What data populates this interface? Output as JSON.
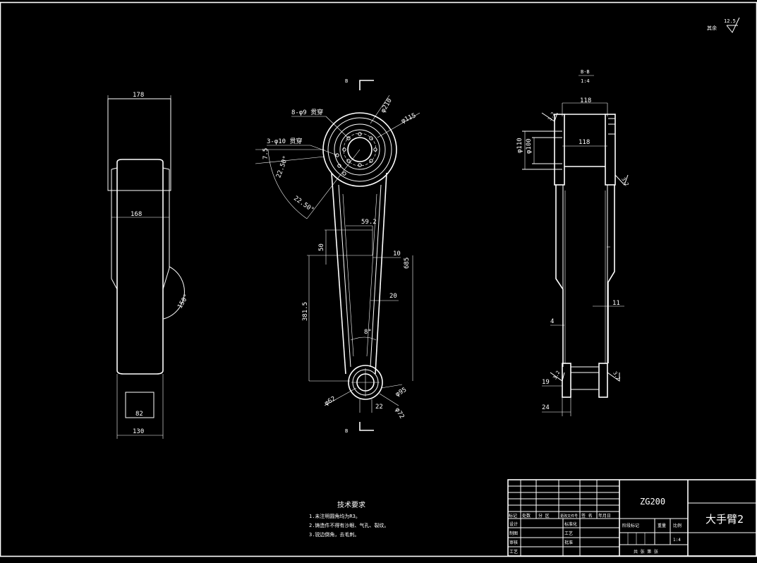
{
  "roughness": {
    "prefix": "其余",
    "value": "12.5"
  },
  "section_label": {
    "name": "B-B",
    "scale": "1:4"
  },
  "section_marks": {
    "top": "B",
    "bottom": "B"
  },
  "side_view": {
    "width_top": "178",
    "height": "168",
    "angle": "150°",
    "width_inner": "82",
    "width_bottom": "130"
  },
  "front_view": {
    "holes_8": "8-φ9 贯穿",
    "holes_3": "3-φ10 贯穿",
    "dia_210": "φ210",
    "dia_115": "φ115",
    "dim_7_5": "7.5",
    "angle_1": "22.50°",
    "angle_2": "22.50°",
    "dim_59_2": "59.2",
    "dim_50": "50",
    "dim_10": "10",
    "dim_685": "685",
    "dim_20": "20",
    "dim_381_5": "381.5",
    "angle_8": "8°",
    "dia_62": "φ62",
    "dia_95": "φ95",
    "dim_22": "22",
    "dia_72": "φ72"
  },
  "section_view": {
    "dim_118_top": "118",
    "dim_118_mid": "118",
    "dia_110": "φ110",
    "dia_100": "φ100",
    "dim_4": "4",
    "dim_11": "11",
    "dim_19": "19",
    "dim_24": "24",
    "rough_top": "3.2",
    "rough_right": "3.2",
    "rough_bottom_l": "3.2",
    "rough_bottom_r": "3.2"
  },
  "tech_req": {
    "title": "技术要求",
    "items": [
      "1.未注明圆角均为R3。",
      "2.铸造件不得有沙眼、气孔、裂纹。",
      "3.锐边倒角，去毛刺。"
    ]
  },
  "title_block": {
    "material": "ZG200",
    "part_name": "大手臂2",
    "r_biaoji": "标记",
    "r_chushu": "处数",
    "r_fenqu": "分 区",
    "r_wenjian": "更改文件号",
    "r_qianming": "签 名",
    "r_nianyue": "年月日",
    "r_sheji": "设计",
    "r_biaozhun": "标准化",
    "r_zhitu": "制图",
    "r_gongyi": "工艺",
    "r_shenhe": "审核",
    "r_pizhun": "批准",
    "r_gongyi2": "工艺",
    "r_jieduan": "阶段标记",
    "r_zhongliang": "重量",
    "r_bili": "比例",
    "scale_val": "1:4",
    "sheets": "共   张   第   张"
  }
}
